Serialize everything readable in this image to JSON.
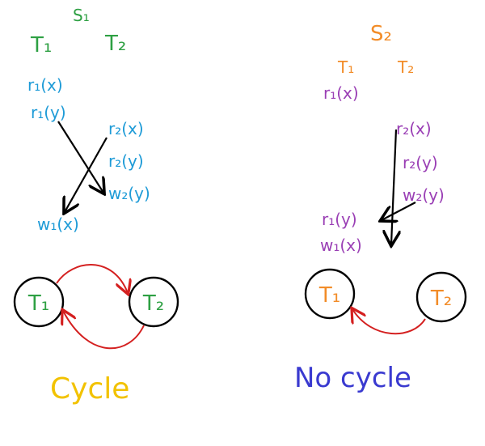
{
  "colors": {
    "s1_green": "#2ea043",
    "ops_blue": "#1e9bd7",
    "s2_orange": "#f28c28",
    "ops_purple": "#9a3fb5",
    "edge_red": "#d42020",
    "ink_black": "#000000",
    "cycle_yellow": "#f2c200",
    "nocycle_blue": "#3a3ad0"
  },
  "left": {
    "schedule": "S₁",
    "t1": "T₁",
    "t2": "T₂",
    "t1_ops": [
      "r₁(x)",
      "r₁(y)"
    ],
    "t2_ops": [
      "r₂(x)",
      "r₂(y)",
      "w₂(y)"
    ],
    "t1_last": "w₁(x)",
    "node1": "T₁",
    "node2": "T₂",
    "verdict": "Cycle"
  },
  "right": {
    "schedule": "S₂",
    "t1": "T₁",
    "t2": "T₂",
    "t1_first": "r₁(x)",
    "t2_ops": [
      "r₂(x)",
      "r₂(y)",
      "w₂(y)"
    ],
    "t1_ops": [
      "r₁(y)",
      "w₁(x)"
    ],
    "node1": "T₁",
    "node2": "T₂",
    "verdict": "No cycle"
  }
}
